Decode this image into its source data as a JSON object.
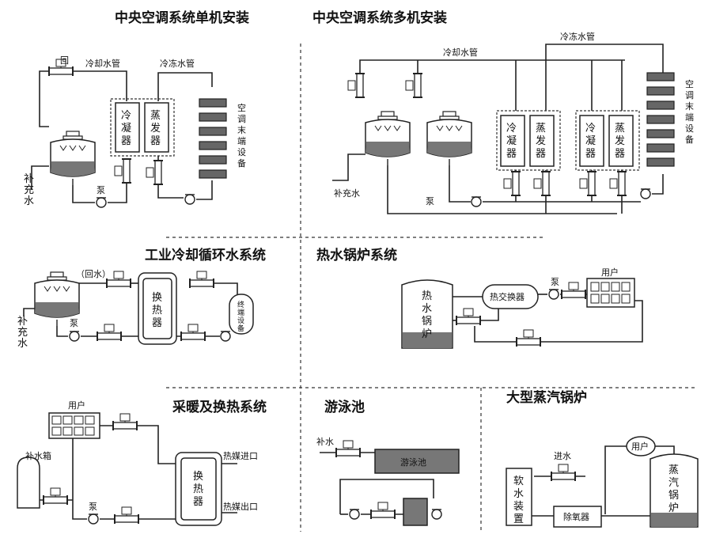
{
  "titles": {
    "single": "中央空调系统单机安装",
    "multi": "中央空调系统多机安装",
    "industrial": "工业冷却循环水系统",
    "hotwater": "热水锅炉系统",
    "heating": "采暖及换热系统",
    "pool": "游泳池",
    "steam": "大型蒸汽锅炉"
  },
  "labels": {
    "cooling_pipe": "冷却水管",
    "chilled_pipe": "冷冻水管",
    "condenser": "冷凝器",
    "evaporator": "蒸发器",
    "terminal": "空调末端设备",
    "makeup_water": "补充水",
    "pump": "泵",
    "meter": "回",
    "return_water": "（回水）",
    "heat_exchanger": "换热器",
    "terminal_small": "终端设备",
    "hot_water_boiler": "热水锅炉",
    "heat_exchanger2": "热交换器",
    "user": "用户",
    "makeup_tank": "补水箱",
    "medium_in": "热媒进口",
    "medium_out": "热媒出口",
    "makeup": "补水",
    "pool_name": "游泳池",
    "water_in": "进水",
    "softener": "软水装置",
    "deaerator": "除氧器",
    "steam_boiler": "蒸汽锅炉"
  }
}
